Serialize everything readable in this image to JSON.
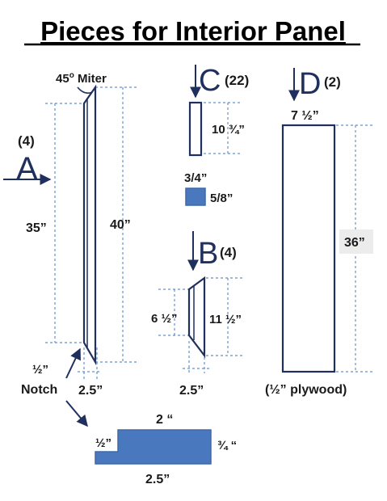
{
  "title": "Pieces for Interior Panel",
  "miter": {
    "base": "45",
    "sup": "o",
    "rest": " Miter"
  },
  "piece_a": {
    "letter": "A",
    "count": "(4)",
    "dim_inner": "35”",
    "dim_outer": "40”",
    "width": "2.5”"
  },
  "piece_c": {
    "letter": "C",
    "count": "(22)",
    "dim_length": "10 ¾”",
    "dim_width": "3/4”",
    "dim_depth": "5/8”"
  },
  "piece_b": {
    "letter": "B",
    "count": "(4)",
    "dim_inner": "6 ½”",
    "dim_outer": "11 ½”",
    "width": "2.5”"
  },
  "piece_d": {
    "letter": "D",
    "count": "(2)",
    "width": "7 ½”",
    "height": "36”",
    "material": "(½” plywood)"
  },
  "notch": {
    "depth": "½”",
    "label": "Notch",
    "top": "2 “",
    "side": "¾ “",
    "bottom": "2.5”",
    "step": "½”"
  },
  "colors": {
    "outline": "#1f2f5e",
    "fill": "#4a78be",
    "dims": "#6a8fc2"
  }
}
